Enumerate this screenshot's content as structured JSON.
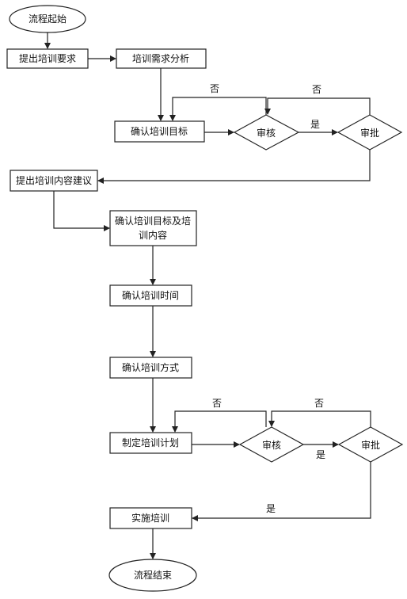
{
  "nodes": {
    "start": "流程起始",
    "submit_requirements": "提出培训要求",
    "needs_analysis": "培训需求分析",
    "confirm_goal": "确认培训目标",
    "review_1": "审核",
    "approve_1": "审批",
    "content_proposal": "提出培训内容建议",
    "confirm_goal_content_line1": "确认培训目标及培",
    "confirm_goal_content_line2": "训内容",
    "confirm_time": "确认培训时间",
    "confirm_method": "确认培训方式",
    "make_plan": "制定培训计划",
    "review_2": "审核",
    "approve_2": "审批",
    "implement": "实施培训",
    "end": "流程结束"
  },
  "edge_labels": {
    "no_review_1": "否",
    "no_approve_1": "否",
    "yes_review_1": "是",
    "no_review_2": "否",
    "no_approve_2": "否",
    "yes_review_2": "是",
    "yes_approve_2": "是"
  }
}
